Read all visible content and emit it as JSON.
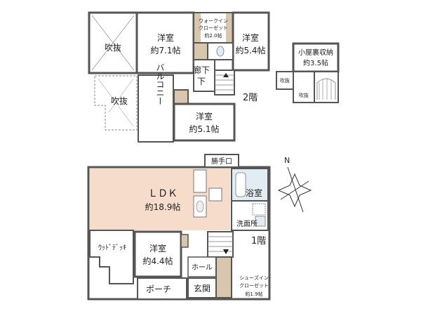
{
  "colors": {
    "wall": "#555555",
    "ldk_fill": "#f6dccb",
    "bath_fill": "#e1ecf3",
    "closet_fill": "#d8c7ad",
    "room_fill": "#ffffff"
  },
  "floors": {
    "second": {
      "label": "2階",
      "rooms": {
        "void_a": "吹抜",
        "void_b": "吹抜",
        "western_a_name": "洋室",
        "western_a_size": "約7.1帖",
        "wic_name_1": "ウォークイン",
        "wic_name_2": "クローゼット",
        "wic_size": "約2.0帖",
        "western_b_name": "洋室",
        "western_b_size": "約5.4帖",
        "hallway": "廊下",
        "balcony": "バルコニー",
        "western_c_name": "洋室",
        "western_c_size": "約5.1帖"
      }
    },
    "loft": {
      "name": "小屋裏収納",
      "size": "約3.5帖",
      "void_a": "吹抜",
      "void_b": "吹抜"
    },
    "first": {
      "label": "1階",
      "rooms": {
        "service_door": "勝手口",
        "ldk_name": "ＬＤＫ",
        "ldk_size": "約18.9帖",
        "bath": "浴室",
        "washroom": "洗面所",
        "wood_deck": "ｳｯﾄﾞﾃﾞｯｷ",
        "western_name": "洋室",
        "western_size": "約4.4帖",
        "hall": "ホール",
        "shoes_name_1": "シューズイン",
        "shoes_name_2": "クローゼット",
        "shoes_size": "約1.9帖",
        "porch": "ポーチ",
        "entrance": "玄関"
      }
    }
  },
  "compass": {
    "north": "N"
  }
}
